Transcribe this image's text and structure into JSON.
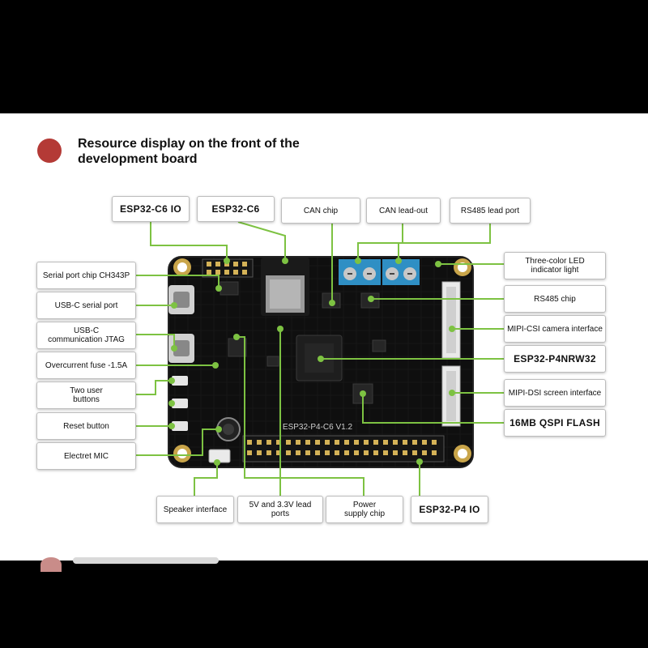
{
  "header": {
    "title": "Resource display on the front of the\ndevelopment board"
  },
  "board": {
    "silkscreen": "ESP32-P4-C6 V1.2"
  },
  "labels": {
    "esp32_c6_io": "ESP32-C6   IO",
    "esp32_c6": "ESP32-C6",
    "can_chip": "CAN chip",
    "can_lead_out": "CAN lead-out",
    "rs485_lead_port": "RS485 lead port",
    "serial_chip": "Serial port chip CH343P",
    "usbc_serial": "USB-C serial port",
    "usbc_jtag": "USB-C\ncommunication JTAG",
    "fuse": "Overcurrent fuse -1.5A",
    "user_buttons": "Two user\nbuttons",
    "reset_button": "Reset button",
    "electret_mic": "Electret MIC",
    "three_color_led": "Three-color LED\nindicator light",
    "rs485_chip": "RS485 chip",
    "mipi_csi": "MIPI-CSI camera interface",
    "esp32_p4": "ESP32-P4NRW32",
    "mipi_dsi": "MIPI-DSI screen interface",
    "qspi_flash": "16MB QSPI FLASH",
    "speaker": "Speaker interface",
    "power_ports": "5V and 3.3V lead ports",
    "power_chip": "Power\nsupply chip",
    "esp32_p4_io": "ESP32-P4   IO"
  },
  "colors": {
    "wire": "#7dc242",
    "board": "#0d0d0d",
    "accent_dot": "#b43a36",
    "terminal_blue": "#2f8fc4",
    "gold": "#c9a54a"
  }
}
